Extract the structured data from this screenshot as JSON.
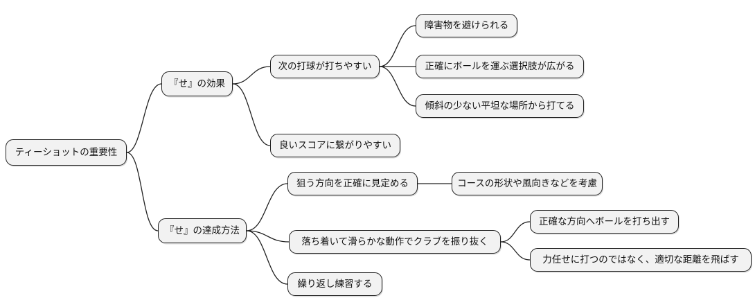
{
  "mindmap": {
    "root": {
      "label": "ティーショットの重要性",
      "children": [
        {
          "label": "『せ』の効果",
          "children": [
            {
              "label": "次の打球が打ちやすい",
              "children": [
                {
                  "label": "障害物を避けられる"
                },
                {
                  "label": "正確にボールを運ぶ選択肢が広がる"
                },
                {
                  "label": "傾斜の少ない平坦な場所から打てる"
                }
              ]
            },
            {
              "label": "良いスコアに繋がりやすい"
            }
          ]
        },
        {
          "label": "『せ』の達成方法",
          "children": [
            {
              "label": "狙う方向を正確に見定める",
              "children": [
                {
                  "label": "コースの形状や風向きなどを考慮"
                }
              ]
            },
            {
              "label": "落ち着いて滑らかな動作でクラブを振り抜く",
              "children": [
                {
                  "label": "正確な方向へボールを打ち出す"
                },
                {
                  "label": "力任せに打つのではなく、適切な距離を飛ばす"
                }
              ]
            },
            {
              "label": "繰り返し練習する"
            }
          ]
        }
      ]
    },
    "colors": {
      "background": "#ffffff",
      "node_fill": "#f2f2f2",
      "node_border": "#1f1f1f",
      "edge": "#222222",
      "text": "#111111"
    }
  }
}
